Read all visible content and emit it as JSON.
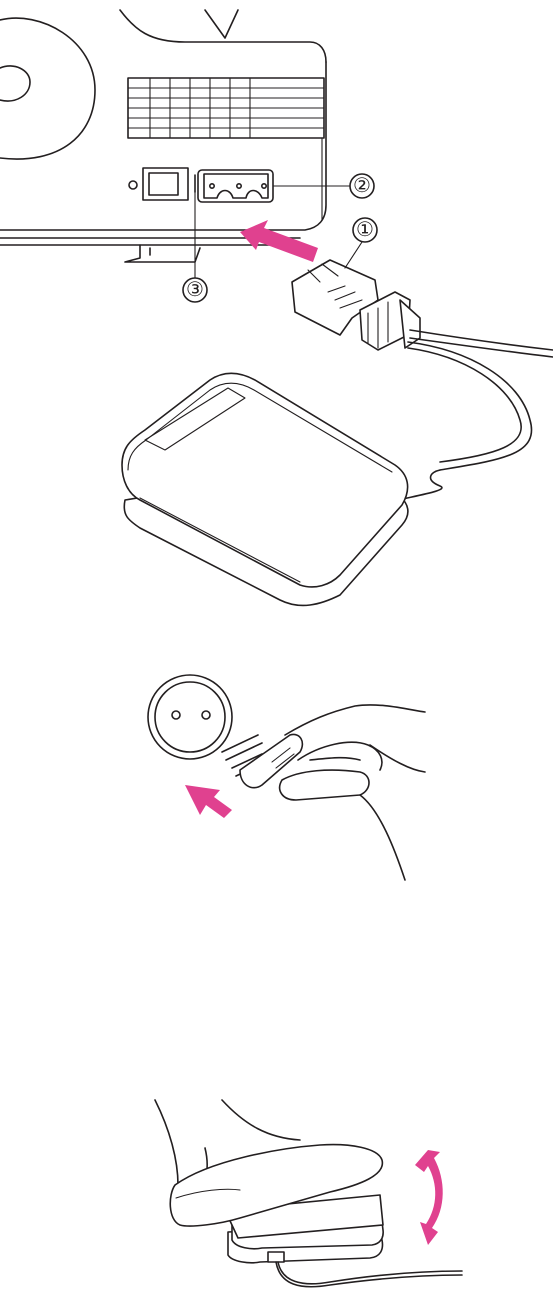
{
  "callouts": {
    "one": "①",
    "two": "②",
    "three": "③"
  },
  "colors": {
    "arrow": "#e0418f",
    "line": "#231f20",
    "background": "#ffffff"
  }
}
